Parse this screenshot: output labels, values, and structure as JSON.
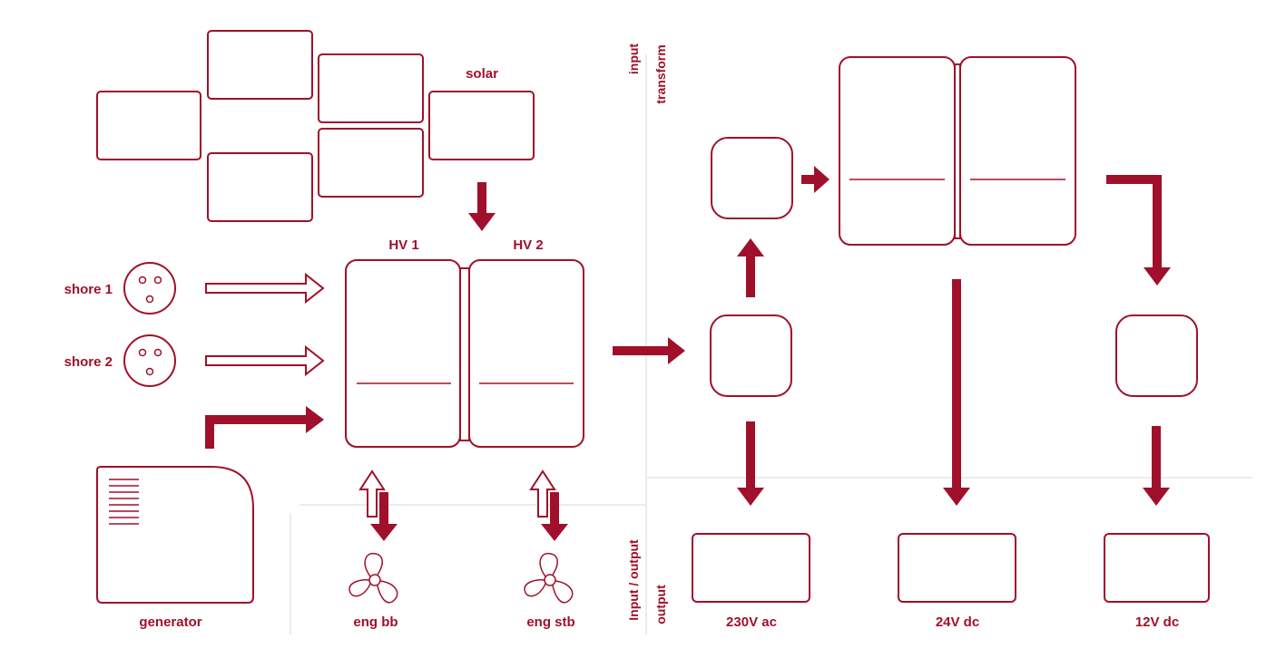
{
  "colors": {
    "accent": "#a0102a",
    "divider": "#e6e6e6",
    "background": "#ffffff"
  },
  "labels": {
    "solar": "solar",
    "hv1": "HV 1",
    "hv2": "HV 2",
    "shore1": "shore 1",
    "shore2": "shore 2",
    "generator": "generator",
    "eng_bb": "eng bb",
    "eng_stb": "eng stb",
    "out_230": "230V ac",
    "out_24": "24V dc",
    "out_12": "12V dc"
  },
  "section_labels": {
    "input": "input",
    "transform": "transform",
    "input_output": "Input / output",
    "output": "output"
  }
}
